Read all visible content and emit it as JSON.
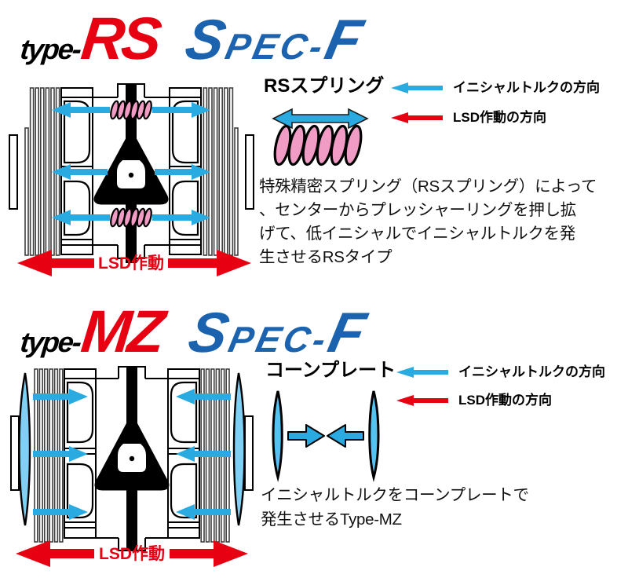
{
  "colors": {
    "logo_red": "#E60012",
    "logo_blue": "#1B63AE",
    "arrow_blue": "#29ABE2",
    "action_red": "#E60012",
    "spring_pink": "#F09CC4",
    "cone_fill": "#54C3F1",
    "cone_fill_light": "#7FD0F4"
  },
  "sections": {
    "rs": {
      "logo": {
        "prefix": "type-",
        "model": "RS",
        "spec": {
          "s": "S",
          "pec": "PEC",
          "dash": "-",
          "f": "F"
        }
      },
      "machine_label": "LSD作動",
      "callout_title": "RSスプリング",
      "legend": {
        "initial": "イニシャルトルクの方向",
        "lsd": "LSD作動の方向"
      },
      "description": "特殊精密スプリング（RSスプリング）によって\n、センターからプレッシャーリングを押し拡\nげて、低イニシャルでイニシャルトルクを発\n生させるRSタイプ"
    },
    "mz": {
      "logo": {
        "prefix": "type-",
        "model": "MZ",
        "spec": {
          "s": "S",
          "pec": "PEC",
          "dash": "-",
          "f": "F"
        }
      },
      "machine_label": "LSD作動",
      "callout_title": "コーンプレート",
      "legend": {
        "initial": "イニシャルトルクの方向",
        "lsd": "LSD作動の方向"
      },
      "description": "イニシャルトルクをコーンプレートで\n発生させるType-MZ"
    }
  }
}
